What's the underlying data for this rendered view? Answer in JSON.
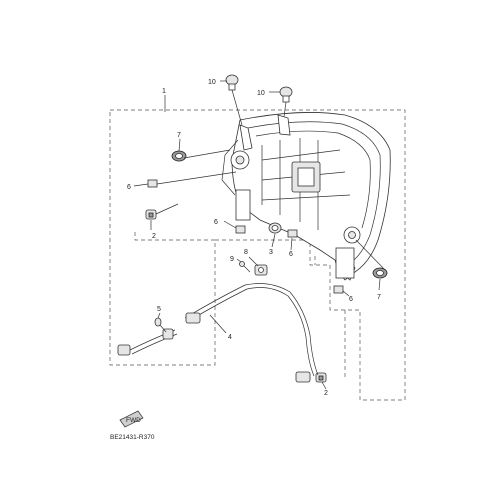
{
  "diagram": {
    "drawing_code": "BE21431-R370",
    "direction_label": "FWD",
    "callouts": [
      {
        "id": "c1",
        "label": "1"
      },
      {
        "id": "c10a",
        "label": "10"
      },
      {
        "id": "c10b",
        "label": "10"
      },
      {
        "id": "c7a",
        "label": "7"
      },
      {
        "id": "c7b",
        "label": "7"
      },
      {
        "id": "c6a",
        "label": "6"
      },
      {
        "id": "c6b",
        "label": "6"
      },
      {
        "id": "c6c",
        "label": "6"
      },
      {
        "id": "c6d",
        "label": "6"
      },
      {
        "id": "c2a",
        "label": "2"
      },
      {
        "id": "c2b",
        "label": "2"
      },
      {
        "id": "c3",
        "label": "3"
      },
      {
        "id": "c8",
        "label": "8"
      },
      {
        "id": "c9",
        "label": "9"
      },
      {
        "id": "c4",
        "label": "4"
      },
      {
        "id": "c5",
        "label": "5"
      }
    ]
  }
}
